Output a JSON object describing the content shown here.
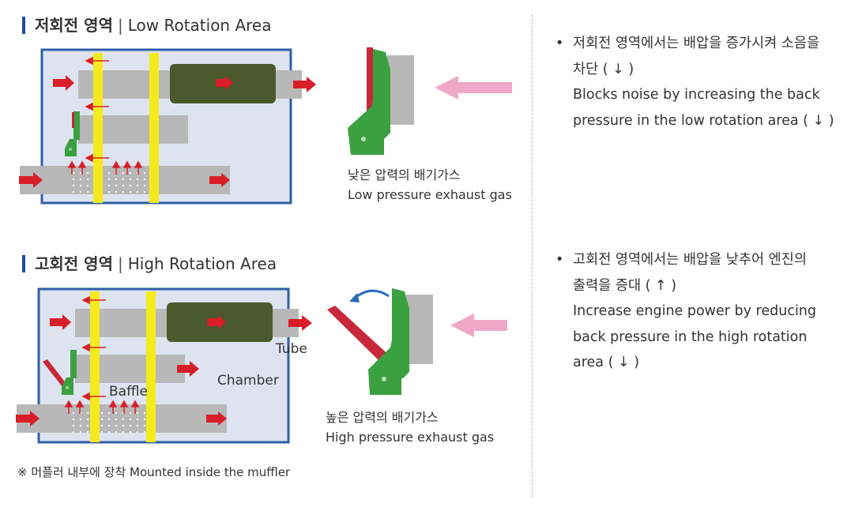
{
  "low": {
    "title_ko": "저회전 영역",
    "sep": "|",
    "title_en": "Low Rotation Area",
    "caption_ko": "낮은 압력의 배기가스",
    "caption_en": "Low pressure exhaust gas",
    "bullet_lines": [
      "저회전 영역에서는 배압을 증가시켜 소음을",
      "차단 ( ↓ )",
      "Blocks noise by increasing the back",
      "pressure in the low rotation area ( ↓ )"
    ]
  },
  "high": {
    "title_ko": "고회전 영역",
    "sep": "|",
    "title_en": "High Rotation Area",
    "caption_ko": "높은 압력의 배기가스",
    "caption_en": "High  pressure exhaust gas",
    "labels": {
      "tube": "Tube",
      "chamber": "Chamber",
      "baffle": "Baffle"
    },
    "bullet_lines": [
      "고회전 영역에서는 배압을 낮추어 엔진의",
      "출력을 증대 ( ↑ )",
      "Increase engine power by reducing",
      "back pressure in the high rotation",
      "area ( ↓ )"
    ]
  },
  "bullet_symbol": "•",
  "footnote": "※ 머플러 내부에 장착  Mounted inside the muffler",
  "colors": {
    "heading_bar": "#1f4e9c",
    "muffler_border": "#2f5ea8",
    "muffler_fill": "#dde4f0",
    "tube": "#b8b8b8",
    "chamber_block": "#4a5a2c",
    "partition": "#f4ea1c",
    "flow_arrow": "#d81e28",
    "valve_green": "#3aa040",
    "valve_red": "#c8283a",
    "pink_arrow": "#f0a8c8",
    "rotation_arrow": "#2a6cc0"
  }
}
